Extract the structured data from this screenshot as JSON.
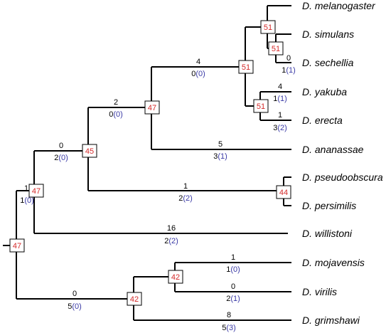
{
  "colors": {
    "branch": "#000000",
    "node_number": "#d42a2a",
    "paren_value": "#3a3aa6"
  },
  "taxa": {
    "mel": "D. melanogaster",
    "sim": "D. simulans",
    "sec": "D. sechellia",
    "yak": "D. yakuba",
    "ere": "D. erecta",
    "ana": "D. ananassae",
    "pse": "D. pseudoobscura",
    "per": "D. persimilis",
    "wil": "D. willistoni",
    "moj": "D. mojavensis",
    "vir": "D. virilis",
    "gri": "D. grimshawi"
  },
  "nodes": {
    "root": "47",
    "droso": "47",
    "sophophora": "45",
    "melgroup": "47",
    "melsub": "51",
    "simsec": "51",
    "mel_top": "51",
    "yakere": "51",
    "obscura": "44",
    "drosophila": "42",
    "mojvir": "42"
  },
  "branches": {
    "sec": {
      "top": "0",
      "bottom_main": "1",
      "bottom_paren": "(1)"
    },
    "melsub": {
      "top": "4",
      "bottom_main": "0",
      "bottom_paren": "(0)"
    },
    "yak": {
      "top": "4",
      "bottom_main": "1",
      "bottom_paren": "(1)"
    },
    "ere": {
      "top": "1",
      "bottom_main": "3",
      "bottom_paren": "(2)"
    },
    "melgroup": {
      "top": "2",
      "bottom_main": "0",
      "bottom_paren": "(0)"
    },
    "ana": {
      "top": "5",
      "bottom_main": "3",
      "bottom_paren": "(1)"
    },
    "sophophora": {
      "top": "0",
      "bottom_main": "2",
      "bottom_paren": "(0)"
    },
    "obscura": {
      "top": "1",
      "bottom_main": "2",
      "bottom_paren": "(2)"
    },
    "droso": {
      "top": "1",
      "bottom_main": "1",
      "bottom_paren": "(0)"
    },
    "wil": {
      "top": "16",
      "bottom_main": "2",
      "bottom_paren": "(2)"
    },
    "drosophila": {
      "top": "0",
      "bottom_main": "5",
      "bottom_paren": "(0)"
    },
    "moj": {
      "top": "1",
      "bottom_main": "1",
      "bottom_paren": "(0)"
    },
    "vir": {
      "top": "0",
      "bottom_main": "2",
      "bottom_paren": "(1)"
    },
    "gri": {
      "top": "8",
      "bottom_main": "5",
      "bottom_paren": "(3)"
    }
  }
}
